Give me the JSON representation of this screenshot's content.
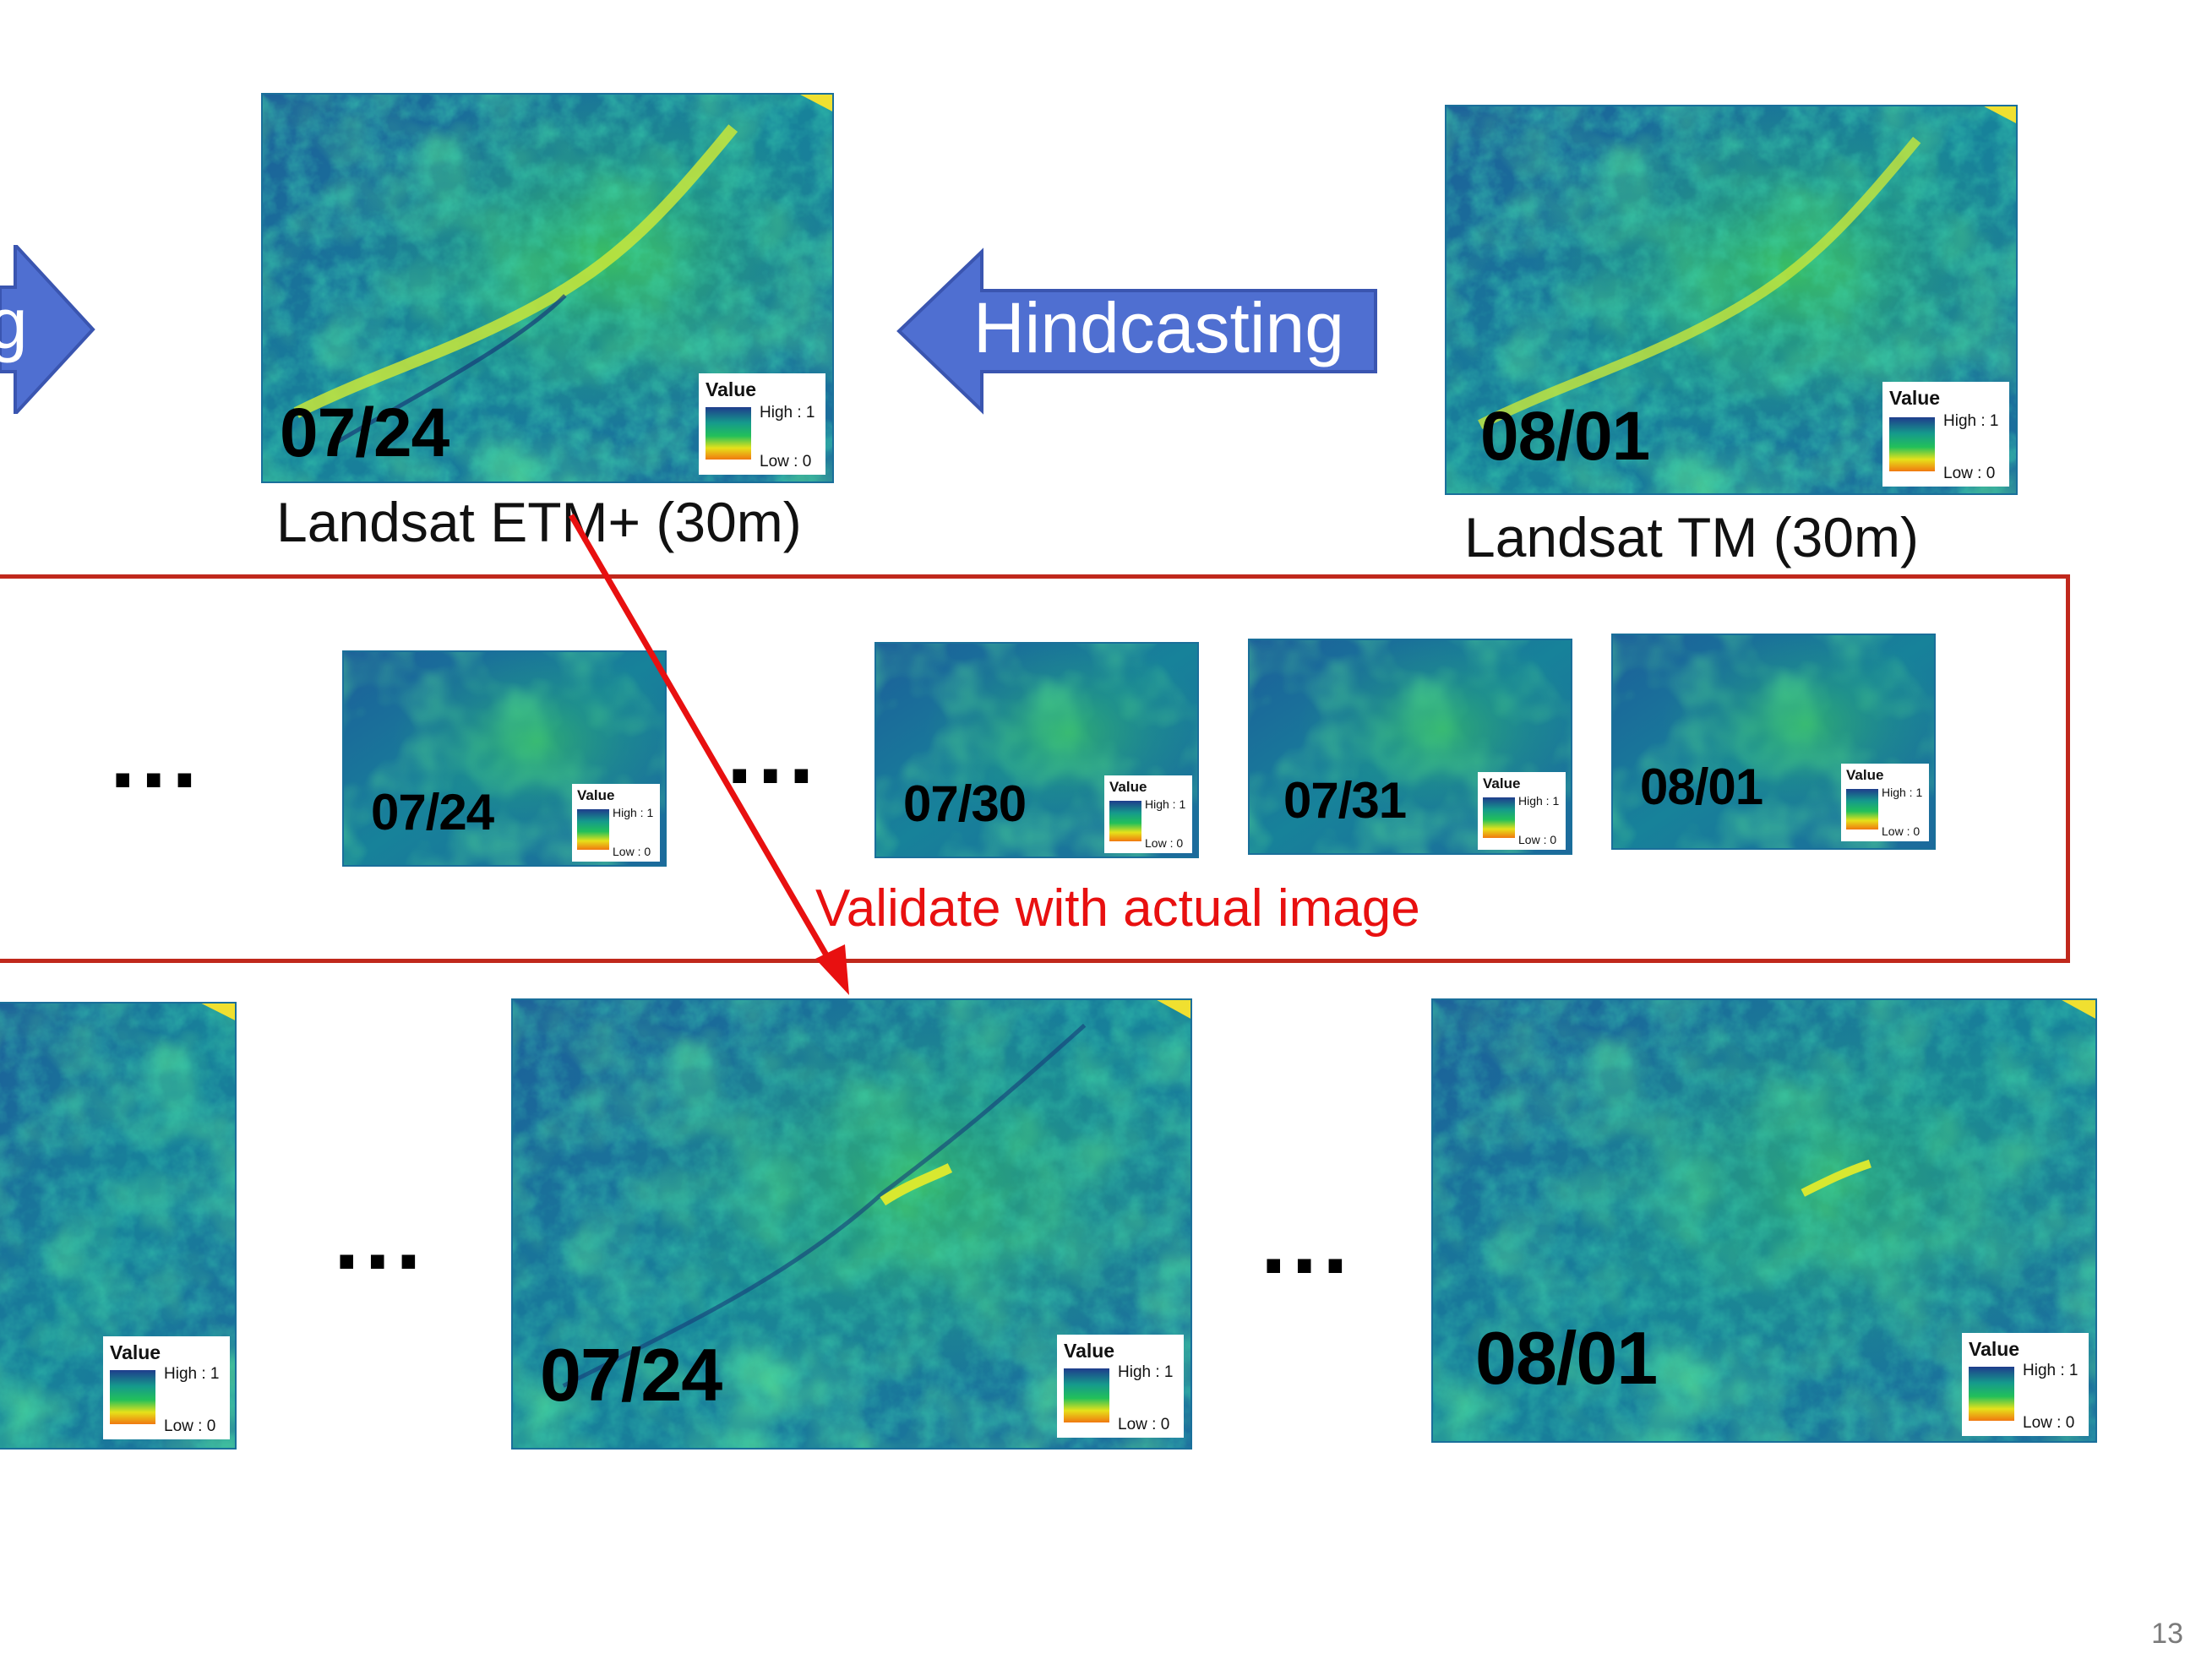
{
  "slide": {
    "page_number": "13",
    "hindcast_label": "Hindcasting",
    "left_arrow_fragment": "g",
    "validate_label": "Validate with actual image",
    "ellipsis": "...",
    "colors": {
      "arrow_fill": "#4f6fd1",
      "arrow_border": "#3a55b0",
      "frame": "#c0281c",
      "red_arrow": "#e81010"
    }
  },
  "legend": {
    "title": "Value",
    "high": "High : 1",
    "low": "Low : 0"
  },
  "top_images": [
    {
      "date": "07/24",
      "caption": "Landsat ETM+ (30m)"
    },
    {
      "date": "08/01",
      "caption": "Landsat TM (30m)"
    }
  ],
  "middle_images": [
    {
      "date": "07/24"
    },
    {
      "date": "07/30"
    },
    {
      "date": "07/31"
    },
    {
      "date": "08/01"
    }
  ],
  "bottom_images": [
    {
      "date": ""
    },
    {
      "date": "07/24"
    },
    {
      "date": "08/01"
    }
  ]
}
